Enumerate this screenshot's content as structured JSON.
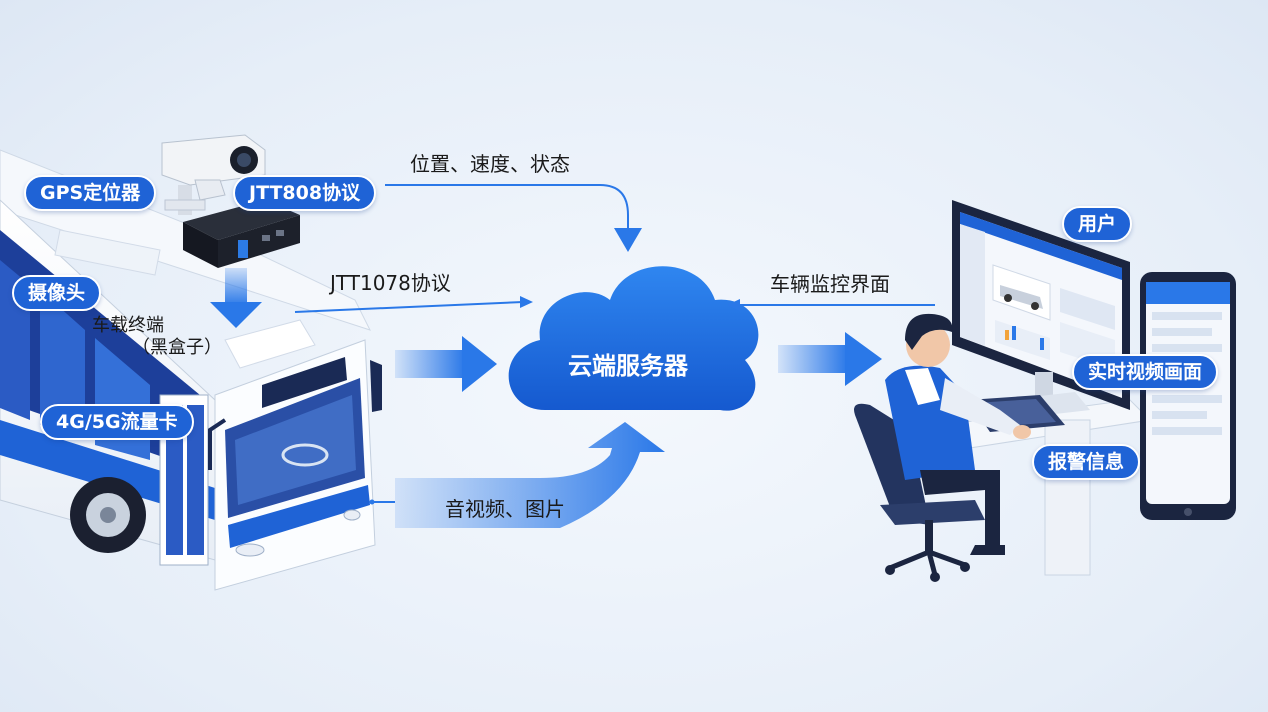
{
  "labels": {
    "gps": "GPS定位器",
    "jtt808": "JTT808协议",
    "camera": "摄像头",
    "terminal_line1": "车载终端",
    "terminal_line2": "（黑盒子）",
    "sim": "4G/5G流量卡",
    "position_speed_status": "位置、速度、状态",
    "jtt1078": "JTT1078协议",
    "cloud": "云端服务器",
    "av_picture": "音视频、图片",
    "monitor_ui": "车辆监控界面",
    "user": "用户",
    "realtime_video": "实时视频画面",
    "alarm": "报警信息"
  },
  "colors": {
    "brand_blue": "#1f63d6",
    "cloud_blue": "#1c6fe0",
    "arrow_blue": "#2a78e8",
    "bus_blue": "#1d3f9a"
  }
}
